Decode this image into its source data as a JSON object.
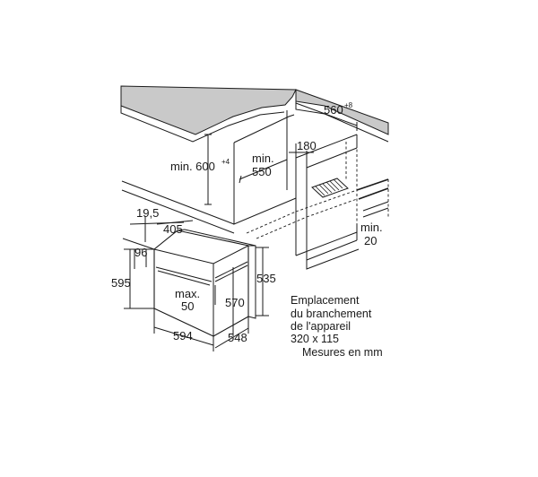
{
  "diagram": {
    "colors": {
      "line": "#1a1a1a",
      "worktop": "#c9c9c9",
      "background": "#ffffff"
    },
    "labels": {
      "cabinet_height": "min. 600",
      "cabinet_height_tol": "+4",
      "cabinet_depth": "min.",
      "cabinet_depth_value": "550",
      "opening_width": "560",
      "opening_width_tol": "+8",
      "rear_gap": "180",
      "bottom_gap": "min.",
      "bottom_gap_value": "20",
      "front_offset": "19,5",
      "front_height": "96",
      "top_depth": "405",
      "oven_height": "595",
      "body_height": "535",
      "body_depth_height": "570",
      "door_clear": "max.",
      "door_clear_value": "50",
      "oven_width": "594",
      "oven_depth": "548"
    },
    "notes": {
      "line1": "Emplacement",
      "line2": "du branchement",
      "line3": "de l'appareil",
      "line4": "320 x 115",
      "units": "Mesures en mm"
    }
  }
}
